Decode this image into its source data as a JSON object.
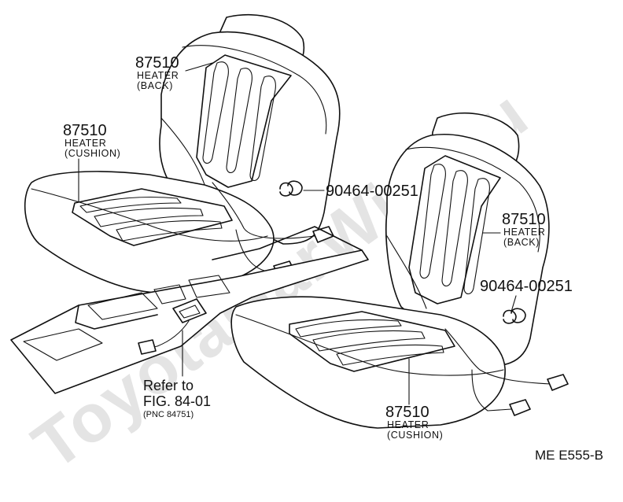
{
  "watermark": "ToyotaGarWire.ru",
  "callouts": {
    "back_heater_left": {
      "part_no": "87510",
      "name_line1": "HEATER",
      "name_line2": "(BACK)"
    },
    "cushion_heater_left": {
      "part_no": "87510",
      "name_line1": "HEATER",
      "name_line2": "(CUSHION)"
    },
    "clip_upper": {
      "part_no": "90464-00251"
    },
    "back_heater_right": {
      "part_no": "87510",
      "name_line1": "HEATER",
      "name_line2": "(BACK)"
    },
    "clip_right": {
      "part_no": "90464-00251"
    },
    "cushion_heater_right": {
      "part_no": "87510",
      "name_line1": "HEATER",
      "name_line2": "(CUSHION)"
    },
    "reference": {
      "line1": "Refer to",
      "line2": "FIG. 84-01",
      "line3": "(PNC 84751)"
    }
  },
  "diagram_code": "ME E555-B"
}
